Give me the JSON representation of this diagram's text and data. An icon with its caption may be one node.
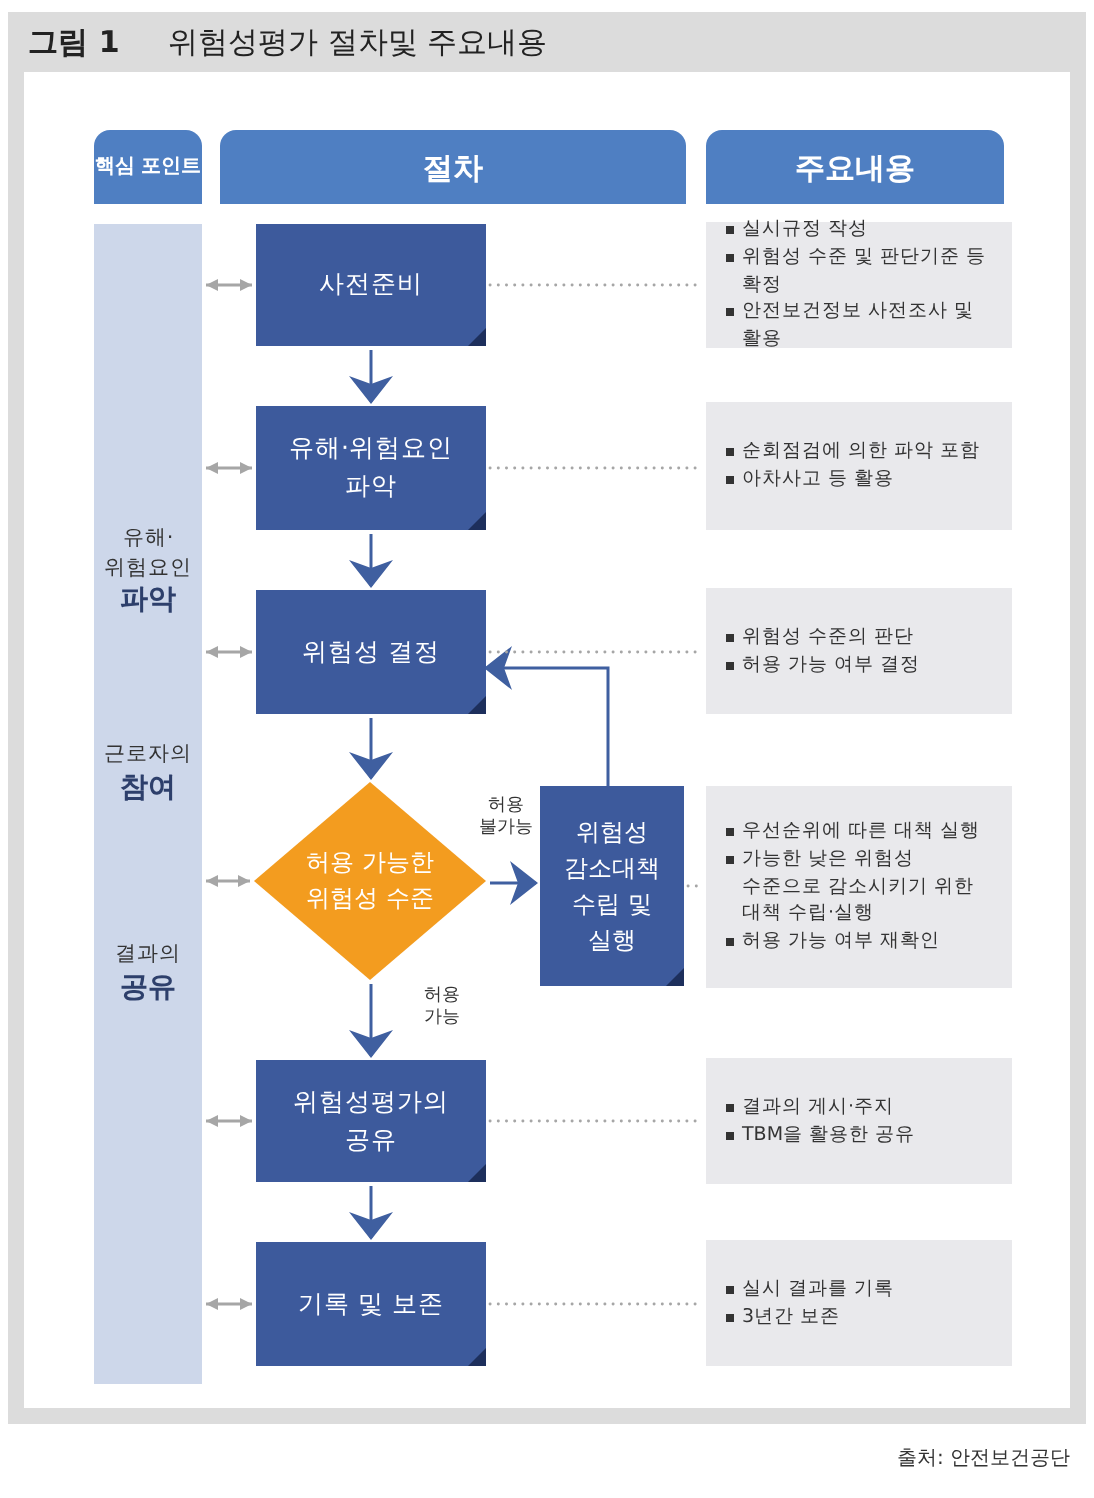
{
  "diagram": {
    "title": "위험성평가 절차및 주요내용",
    "caption": "출처: 안전보건공단",
    "labels": [
      "그림 1"
    ],
    "nodes": [
      {
        "text": [
          "핵심 포인트"
        ]
      },
      {
        "text": [
          "절차"
        ]
      },
      {
        "text": [
          "주요내용"
        ]
      },
      {
        "text": [
          "유해·위험요인 **파악**",
          "근로자의 **참여**",
          "결과의 **공유**"
        ]
      },
      {
        "text": [
          "사전준비"
        ]
      },
      {
        "text": [
          "유해·위험요인 파악"
        ]
      },
      {
        "text": [
          "위험성 결정"
        ]
      },
      {
        "text": [
          "허용 가능한 위험성 수준"
        ]
      },
      {
        "text": [
          "위험성 감소대책 수립 및 실행"
        ]
      },
      {
        "text": [
          "위험성평가의 공유"
        ]
      },
      {
        "text": [
          "기록 및 보존"
        ]
      },
      {
        "text": [
          "실시규정 작성",
          "위험성 수준 및 판단기준 등 확정",
          "안전보건정보 사전조사 및 활용"
        ]
      },
      {
        "text": [
          "순회점검에 의한 파악 포함",
          "아차사고 등 활용"
        ]
      },
      {
        "text": [
          "위험성 수준의 판단",
          "허용 가능 여부 결정"
        ]
      },
      {
        "text": [
          "우선순위에 따른 대책 실행",
          "가능한 낮은 위험성 수준으로 감소시키기 위한 대책 수립·실행",
          "허용 가능 여부 재확인"
        ]
      },
      {
        "text": [
          "결과의 게시·주지",
          "TBM을 활용한 공유"
        ]
      },
      {
        "text": [
          "실시 결과를 기록",
          "3년간 보존"
        ]
      }
    ],
    "edges": [
      {
        "from": 4,
        "to": 5,
        "arrow": "to",
        "color": "#3f5fa0"
      },
      {
        "from": 5,
        "to": 6,
        "arrow": "to",
        "color": "#3f5fa0"
      },
      {
        "from": 6,
        "to": 7,
        "arrow": "to",
        "color": "#3f5fa0"
      },
      {
        "from": 7,
        "to": 8,
        "arrow": "to",
        "label": "허용 불가능",
        "color": "#3f5fa0"
      },
      {
        "from": 7,
        "to": 9,
        "arrow": "to",
        "label": "허용 가능",
        "color": "#3f5fa0"
      },
      {
        "from": 8,
        "to": 6,
        "arrow": "to",
        "color": "#3f5fa0"
      },
      {
        "from": 9,
        "to": 10,
        "arrow": "to",
        "color": "#3f5fa0"
      },
      {
        "from": 3,
        "to": 4,
        "arrow": "both",
        "color": "#a6a6a6"
      },
      {
        "from": 3,
        "to": 5,
        "arrow": "both",
        "color": "#a6a6a6"
      },
      {
        "from": 3,
        "to": 6,
        "arrow": "both",
        "color": "#a6a6a6"
      },
      {
        "from": 3,
        "to": 7,
        "arrow": "both",
        "color": "#a6a6a6"
      },
      {
        "from": 3,
        "to": 9,
        "arrow": "both",
        "color": "#a6a6a6"
      },
      {
        "from": 3,
        "to": 10,
        "arrow": "both",
        "color": "#a6a6a6"
      },
      {
        "from": 4,
        "to": 11,
        "arrow": "none",
        "style": "dashed",
        "color": "#a6a6a6"
      },
      {
        "from": 5,
        "to": 12,
        "arrow": "none",
        "style": "dashed",
        "color": "#a6a6a6"
      },
      {
        "from": 6,
        "to": 13,
        "arrow": "none",
        "style": "dashed",
        "color": "#a6a6a6"
      },
      {
        "from": 8,
        "to": 14,
        "arrow": "none",
        "style": "dashed",
        "color": "#a6a6a6"
      },
      {
        "from": 9,
        "to": 15,
        "arrow": "none",
        "style": "dashed",
        "color": "#a6a6a6"
      },
      {
        "from": 10,
        "to": 16,
        "arrow": "none",
        "style": "dashed",
        "color": "#a6a6a6"
      }
    ]
  }
}
